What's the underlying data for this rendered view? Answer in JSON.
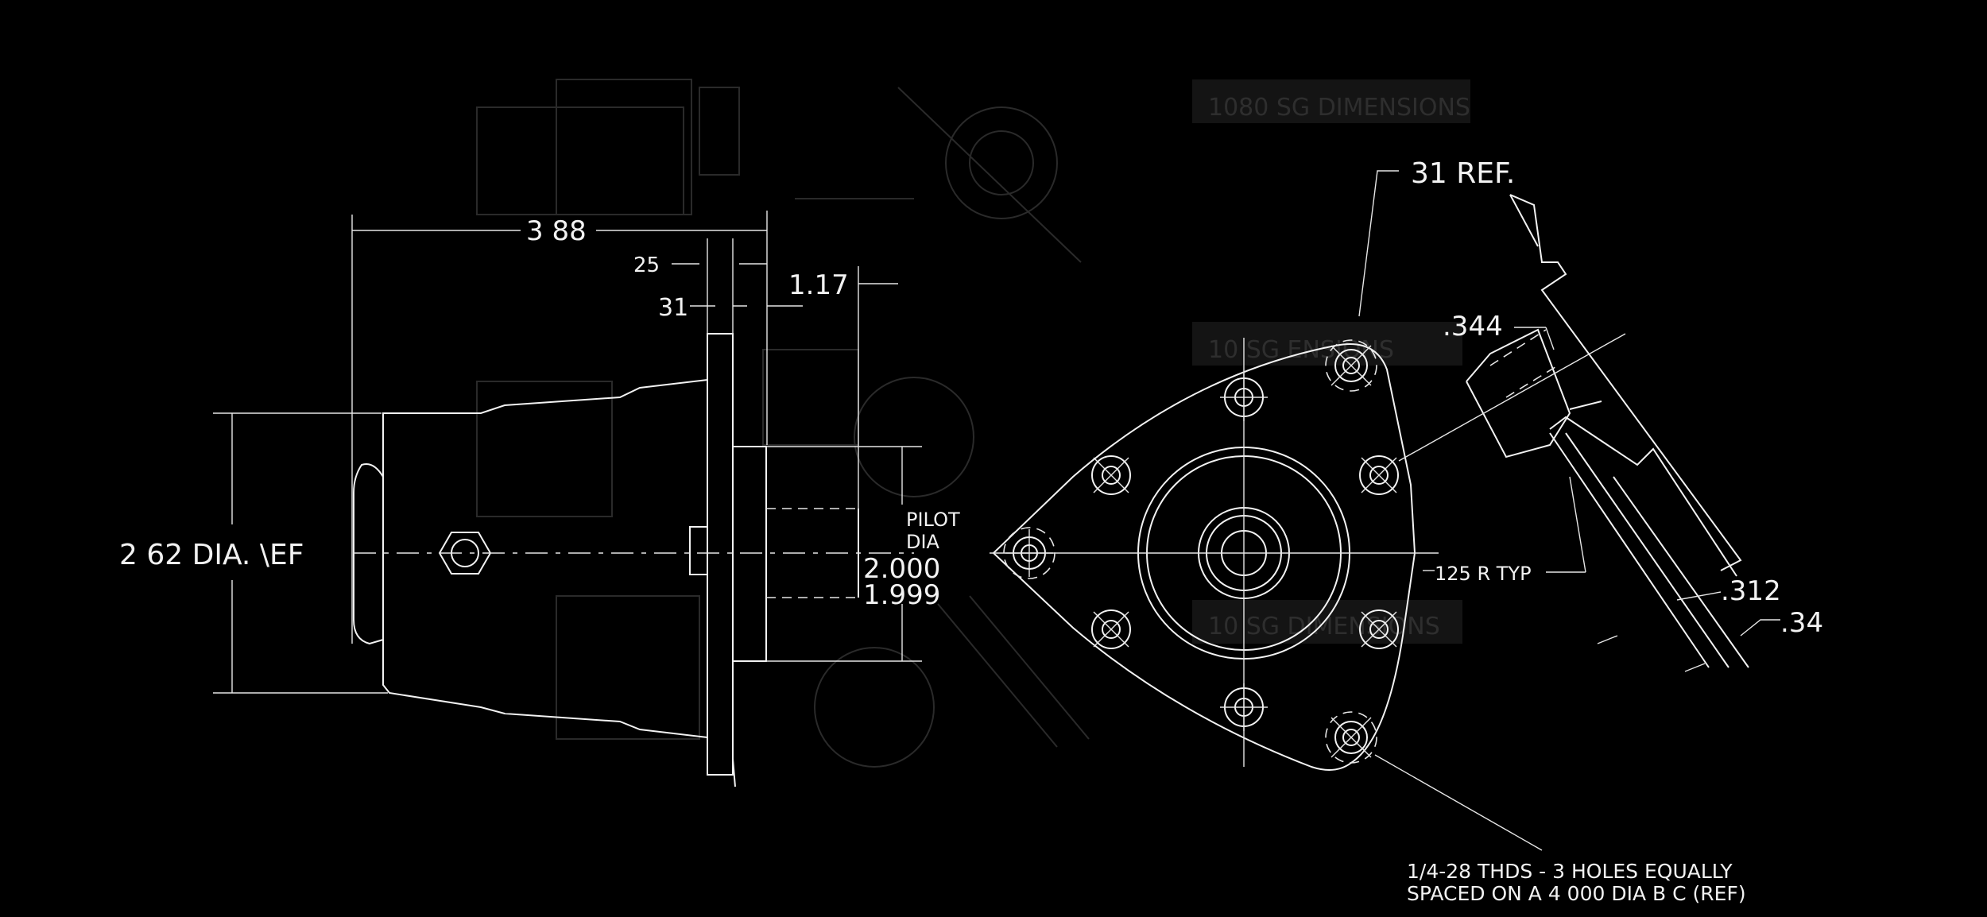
{
  "drawing": {
    "background": "#000000",
    "line_color": "#f2f2f2",
    "side_view": {
      "overall_length": "3 88",
      "dim_25": "25",
      "dim_31": "31",
      "pilot_length": "1.17",
      "body_diameter": "2 62 DIA. \\EF",
      "pilot_label_1": "PILOT",
      "pilot_label_2": "DIA",
      "pilot_max": "2.000",
      "pilot_min": "1.999"
    },
    "front_view": {
      "ref_31": "31 REF.",
      "radius_note": "125 R  TYP",
      "dim_344": ".344",
      "dim_312": ".312",
      "dim_34": ".34",
      "note_line_1": "1/4-28 THDS  - 3 HOLES EQUALLY",
      "note_line_2": "SPACED ON A 4 000 DIA  B C  (REF)"
    },
    "background_ghost": {
      "title_1": "1080 SG DIMENSIONS",
      "title_2": "10   SG   ENSIONS",
      "title_3": "10   SG  DIMENSIONS"
    }
  }
}
